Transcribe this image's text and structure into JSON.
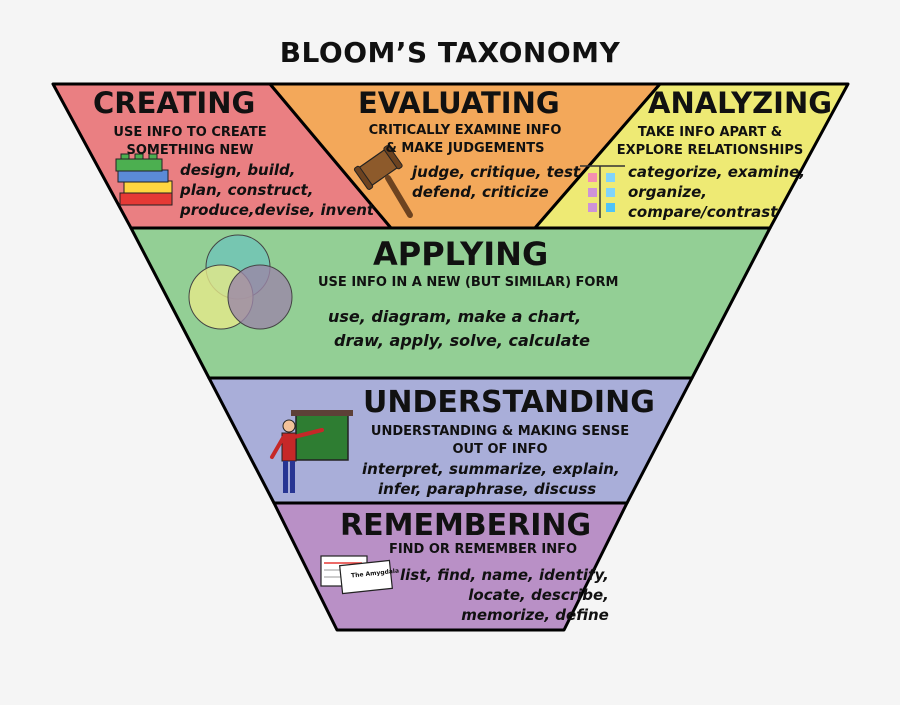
{
  "title": "BLOOM’S TAXONOMY",
  "levels": [
    {
      "name": "CREATING",
      "description_lines": [
        "USE INFO TO CREATE",
        "SOMETHING NEW"
      ],
      "verbs_lines": [
        "design, build,",
        "plan, construct,",
        "produce,devise, invent"
      ],
      "color": "#ea7f82",
      "icon": "lego-blocks-icon"
    },
    {
      "name": "EVALUATING",
      "description_lines": [
        "CRITICALLY EXAMINE INFO",
        "& MAKE JUDGEMENTS"
      ],
      "verbs_lines": [
        "judge, critique, test",
        "defend, criticize"
      ],
      "color": "#f3a85a",
      "icon": "gavel-icon"
    },
    {
      "name": "ANALYZING",
      "description_lines": [
        "TAKE INFO APART &",
        "EXPLORE RELATIONSHIPS"
      ],
      "verbs_lines": [
        "categorize, examine,",
        "organize,",
        "compare/contrast"
      ],
      "color": "#eeea74",
      "icon": "sorting-board-icon"
    },
    {
      "name": "APPLYING",
      "description_lines": [
        "USE INFO IN A NEW (BUT SIMILAR) FORM"
      ],
      "verbs_lines": [
        "use, diagram, make a chart,",
        "draw, apply, solve, calculate"
      ],
      "color": "#93cf95",
      "icon": "venn-diagram-icon"
    },
    {
      "name": "UNDERSTANDING",
      "description_lines": [
        "UNDERSTANDING & MAKING SENSE",
        "OUT OF INFO"
      ],
      "verbs_lines": [
        "interpret, summarize, explain,",
        "infer, paraphrase, discuss"
      ],
      "color": "#a9aed9",
      "icon": "teacher-board-icon"
    },
    {
      "name": "REMEMBERING",
      "description_lines": [
        "FIND OR REMEMBER INFO"
      ],
      "verbs_lines": [
        "list, find, name, identify,",
        "locate, describe,",
        "memorize, define"
      ],
      "color": "#b990c6",
      "icon": "flash-cards-icon"
    }
  ],
  "card_label": "The Amygdala"
}
